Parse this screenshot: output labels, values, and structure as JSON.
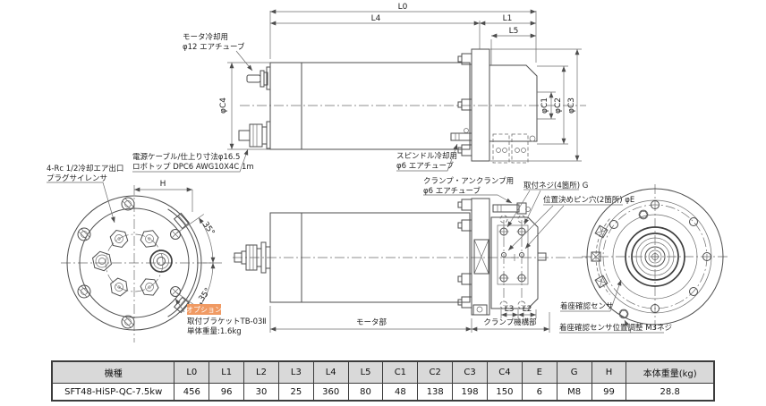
{
  "dim_labels": {
    "l0": "L0",
    "l4": "L4",
    "l1": "L1",
    "l5": "L5",
    "c1": "φC1",
    "c2": "φC2",
    "c3": "φC3",
    "c4": "φC4",
    "l3": "L3",
    "l2": "L2",
    "h": "H",
    "angle_top": "35°",
    "angle_bottom": "35°"
  },
  "annotations": {
    "motor_cool_1": "モータ冷却用",
    "motor_cool_2": "φ12 エアチューブ",
    "power_cable_1": "電源ケーブル/仕上り寸法φ16.5",
    "power_cable_2": "ロボトップ DPC6 AWG10X4C 1m",
    "air_outlet_1": "4-Rc 1/2冷却エア出口",
    "air_outlet_2": "プラグサイレンサ",
    "spindle_cool_1": "スピンドル冷却用",
    "spindle_cool_2": "φ6 エアチューブ",
    "clamp_air_1": "クランプ・アンクランプ用",
    "clamp_air_2": "φ6 エアチューブ",
    "mount_screw": "取付ネジ(4箇所) G",
    "pin_hole": "位置決めピン穴(2箇所) φE",
    "seat_sensor": "着座確認センサ",
    "seat_sensor_adjust": "着座確認センサ位置調整 M3ネジ",
    "motor_section": "モータ部",
    "clamp_section": "クランプ機構部",
    "option_badge": "オプション",
    "option_1": "取付ブラケットTB-03Ⅱ",
    "option_2": "単体重量:1.6kg"
  },
  "spec_table": {
    "headers": [
      "機種",
      "L0",
      "L1",
      "L2",
      "L3",
      "L4",
      "L5",
      "C1",
      "C2",
      "C3",
      "C4",
      "E",
      "G",
      "H",
      "本体重量(kg)"
    ],
    "row": [
      "SFT48-HiSP-QC-7.5kw",
      "456",
      "96",
      "30",
      "25",
      "360",
      "80",
      "48",
      "138",
      "198",
      "150",
      "6",
      "M8",
      "99",
      "28.8"
    ]
  },
  "colors": {
    "line": "#4d4d4d",
    "text": "#222222",
    "option_badge_bg": "#f09a63",
    "table_header_bg": "#d9d9d9",
    "table_border": "#3c3c3c"
  }
}
